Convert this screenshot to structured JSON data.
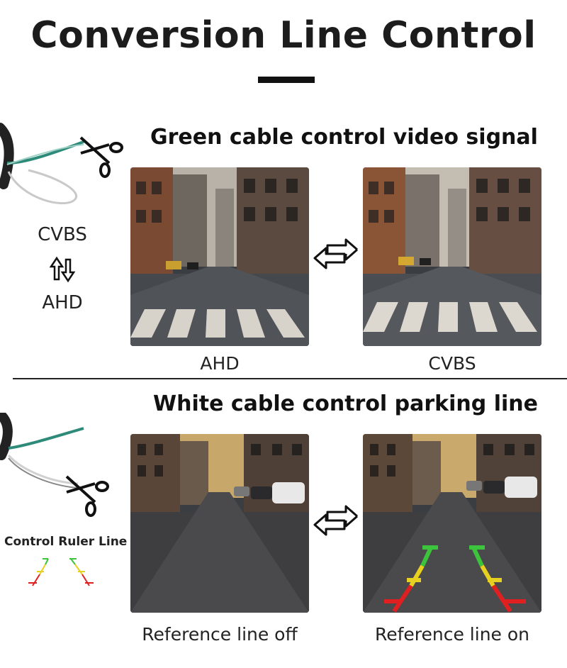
{
  "title": "Conversion Line Control",
  "section_video": {
    "heading": "Green cable control video signal",
    "signal_top": "CVBS",
    "signal_bottom": "AHD",
    "left_caption": "AHD",
    "right_caption": "CVBS"
  },
  "section_parking": {
    "heading": "White cable control parking line",
    "control_label": "Control Ruler Line",
    "left_caption": "Reference line off",
    "right_caption": "Reference line on"
  },
  "colors": {
    "cable_green": "#2e8b7a",
    "cable_white": "#d8d8d8",
    "line_green": "#3cc43c",
    "line_yellow": "#e8d020",
    "line_red": "#e02020"
  },
  "icons": {
    "scissors": "scissors-icon",
    "swap_vertical": "swap-vertical-icon",
    "swap_horizontal": "swap-horizontal-icon"
  }
}
